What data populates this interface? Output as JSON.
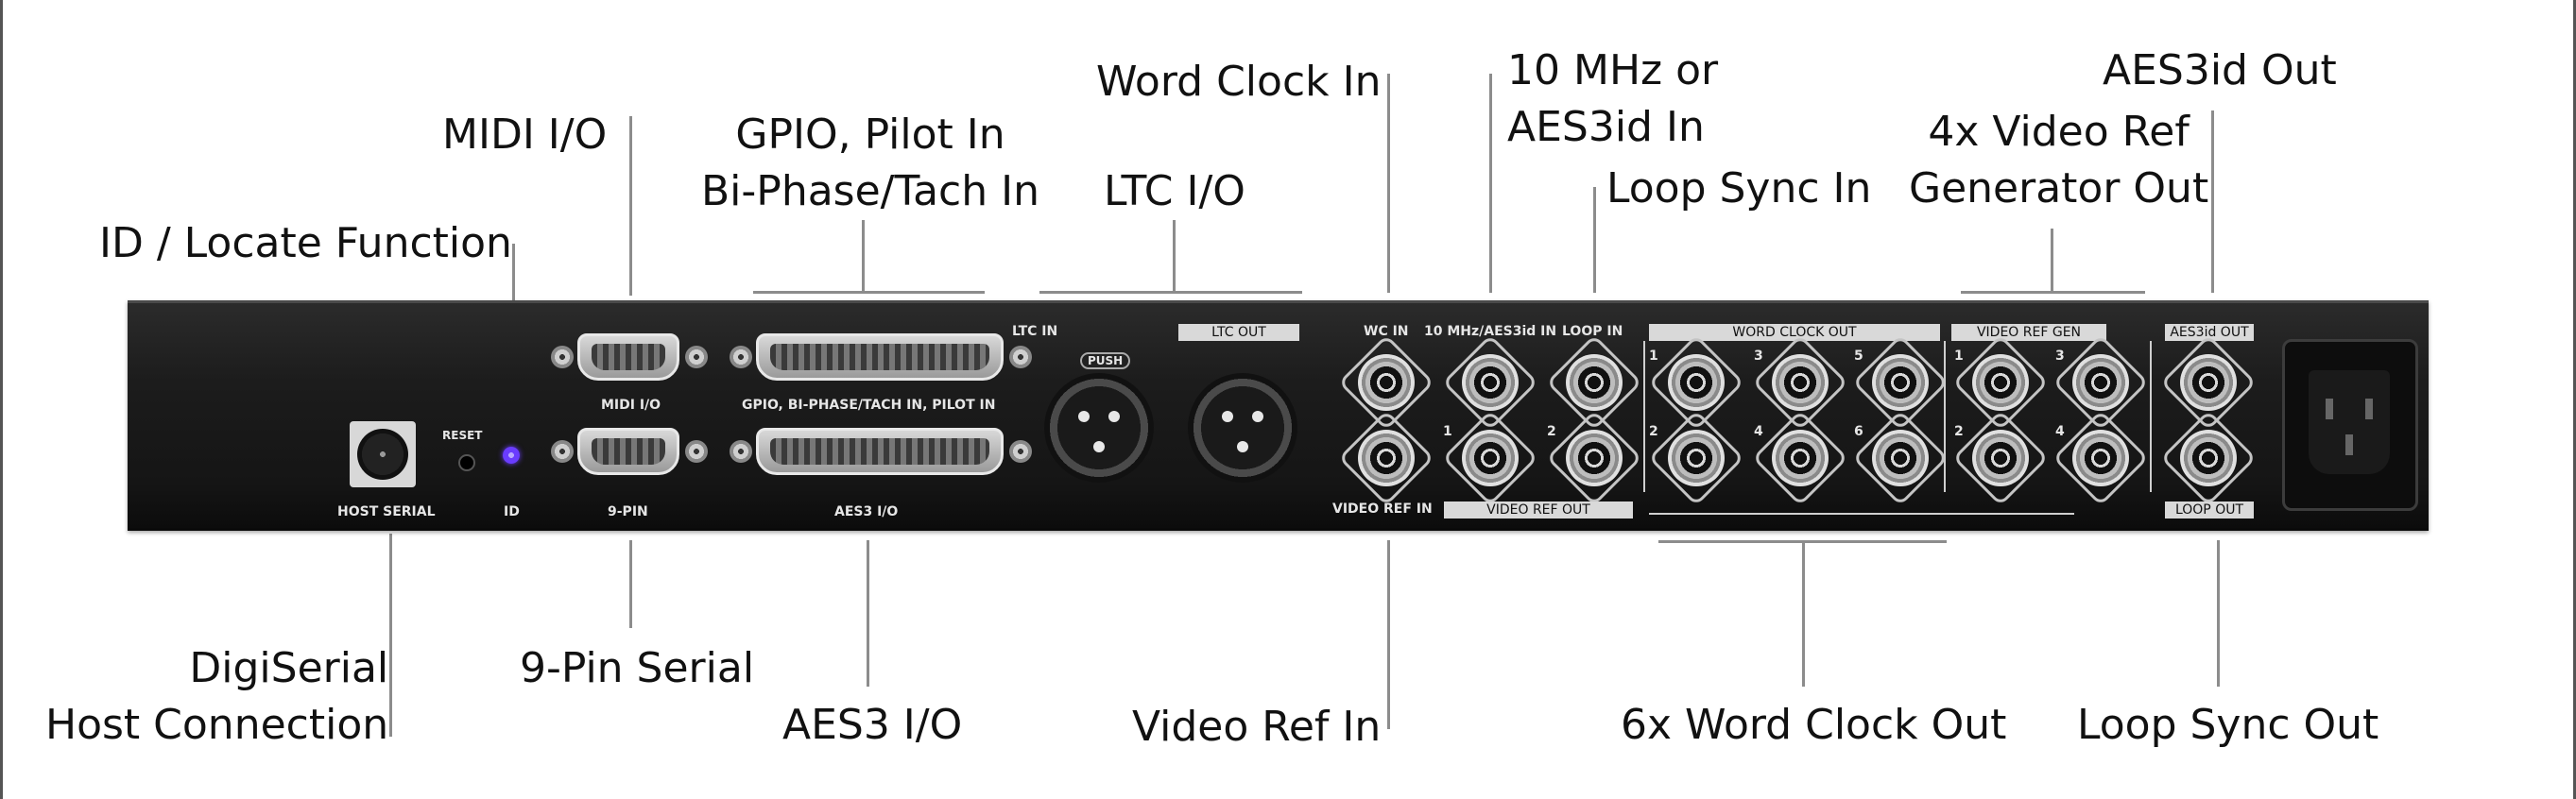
{
  "callouts": {
    "id_locate": "ID / Locate Function",
    "midi_io": "MIDI I/O",
    "gpio_line1": "GPIO, Pilot In",
    "gpio_line2": "Bi-Phase/Tach In",
    "word_clock_in": "Word Clock In",
    "ltc_io": "LTC I/O",
    "ten_mhz_line1": "10 MHz or",
    "ten_mhz_line2": "AES3id In",
    "loop_sync_in": "Loop Sync In",
    "video_ref_gen_line1": "4x Video Ref",
    "video_ref_gen_line2": "Generator Out",
    "aes3id_out": "AES3id Out",
    "digiserial_line1": "DigiSerial",
    "digiserial_line2": "Host Connection",
    "nine_pin_serial": "9-Pin Serial",
    "aes3_io": "AES3 I/O",
    "video_ref_in": "Video Ref In",
    "six_word_clock_out": "6x Word Clock Out",
    "loop_sync_out": "Loop Sync Out"
  },
  "panel": {
    "host_serial": "HOST SERIAL",
    "reset": "RESET",
    "id": "ID",
    "midi_io": "MIDI I/O",
    "nine_pin": "9-PIN",
    "gpio": "GPIO, BI-PHASE/TACH IN, PILOT IN",
    "aes3_io": "AES3 I/O",
    "ltc_in": "LTC IN",
    "push": "PUSH",
    "ltc_out": "LTC OUT",
    "wc_in": "WC IN",
    "ten_mhz": "10 MHz/AES3id IN",
    "loop_in": "LOOP IN",
    "video_ref_in": "VIDEO REF IN",
    "video_ref_out": "VIDEO REF OUT",
    "word_clock_out": "WORD CLOCK OUT",
    "video_ref_gen": "VIDEO REF GEN",
    "aes3id_out": "AES3id OUT",
    "loop_out": "LOOP OUT",
    "n1": "1",
    "n2": "2",
    "n3": "3",
    "n4": "4",
    "n5": "5",
    "n6": "6"
  }
}
